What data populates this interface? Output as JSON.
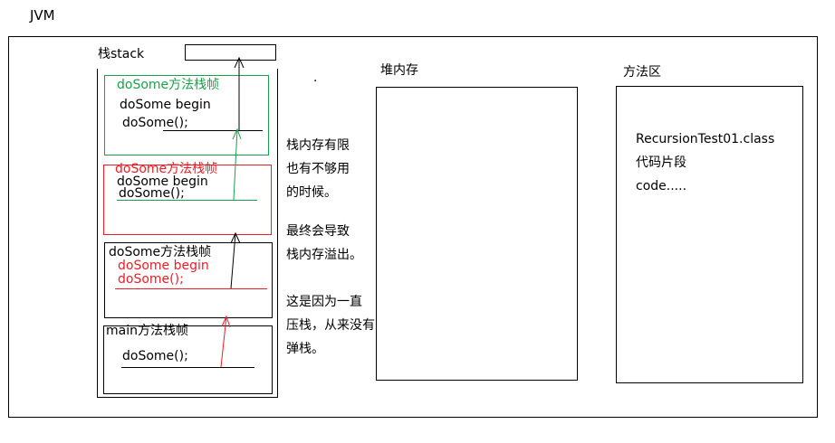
{
  "title": "JVM",
  "stack": {
    "label": "栈stack",
    "frames": [
      {
        "title": "doSome方法栈帧",
        "line1": "doSome begin",
        "line2": "doSome();",
        "title_color": "#1aa04a",
        "text_color": "#000000",
        "border_color": "#1aa04a"
      },
      {
        "title": "doSome方法栈帧",
        "line1": "doSome begin",
        "line2": "doSome();",
        "title_color": "#ee1c24",
        "text_color": "#000000",
        "border_color": "#ee1c24"
      },
      {
        "title": "doSome方法栈帧",
        "line1": "doSome begin",
        "line2": "doSome();",
        "title_color": "#000000",
        "text_color": "#ee1c24",
        "border_color": "#000000"
      },
      {
        "title": "main方法栈帧",
        "line1": "doSome();",
        "title_color": "#000000",
        "text_color": "#000000",
        "border_color": "#000000"
      }
    ]
  },
  "notes": {
    "p1": [
      "栈内存有限",
      "也有不够用",
      "的时候。"
    ],
    "p2": [
      "最终会导致",
      "栈内存溢出。"
    ],
    "p3": [
      "这是因为一直",
      "压栈，从来没有",
      "弹栈。"
    ]
  },
  "dot": ".",
  "heap": {
    "label": "堆内存"
  },
  "method_area": {
    "label": "方法区",
    "lines": [
      "RecursionTest01.class",
      "代码片段",
      "code....."
    ]
  },
  "colors": {
    "green": "#1aa04a",
    "red": "#ee1c24",
    "black": "#000000"
  }
}
